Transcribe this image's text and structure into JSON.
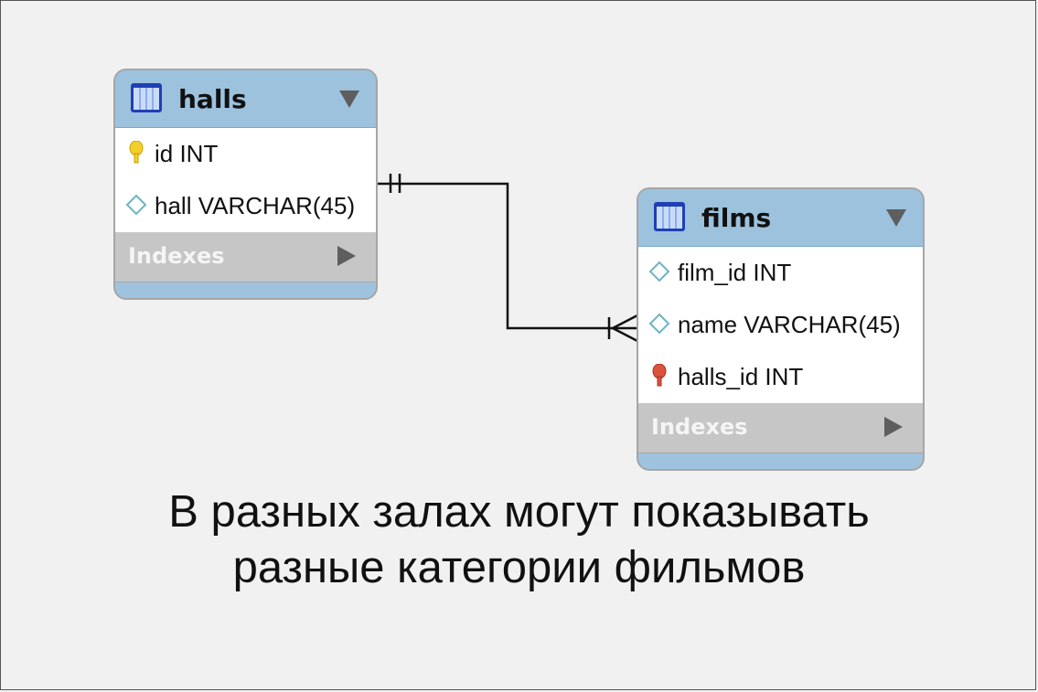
{
  "tables": {
    "halls": {
      "name": "halls",
      "columns": [
        {
          "text": "id INT",
          "icon": "primary-key-icon"
        },
        {
          "text": "hall VARCHAR(45)",
          "icon": "column-diamond-icon"
        }
      ],
      "indexes_label": "Indexes"
    },
    "films": {
      "name": "films",
      "columns": [
        {
          "text": "film_id INT",
          "icon": "column-diamond-icon"
        },
        {
          "text": "name VARCHAR(45)",
          "icon": "column-diamond-icon"
        },
        {
          "text": "halls_id INT",
          "icon": "foreign-key-icon"
        }
      ],
      "indexes_label": "Indexes"
    }
  },
  "relationship": {
    "from": "halls",
    "to": "films",
    "from_cardinality": "one-and-only-one",
    "to_cardinality": "one-or-many"
  },
  "caption": {
    "line1": "В разных залах могут показывать",
    "line2": "разные категории фильмов"
  },
  "colors": {
    "header": "#9cc2de",
    "indexes": "#c6c6c6",
    "background": "#f1f1f1",
    "primary_key": "#f2cf2a",
    "foreign_key": "#d9533f"
  }
}
